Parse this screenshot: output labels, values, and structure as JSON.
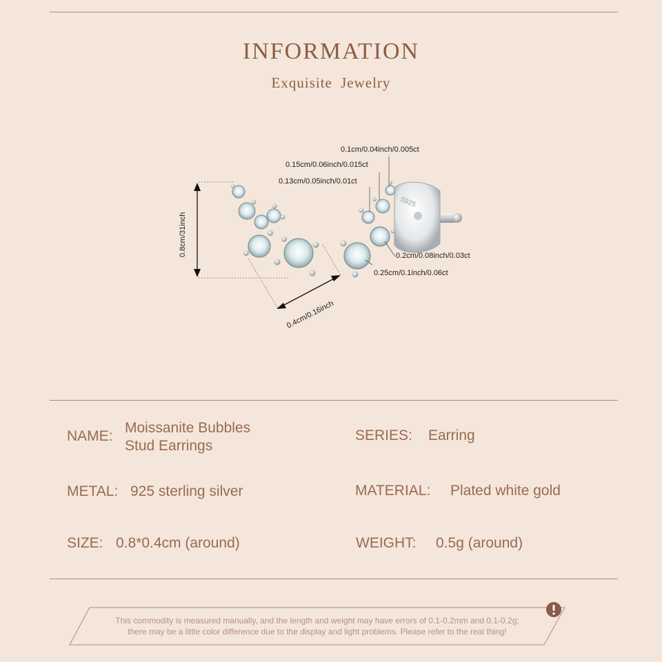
{
  "header": {
    "title": "INFORMATION",
    "subtitle": "Exquisite Jewelry"
  },
  "dimensions": {
    "height": "0.8cm/31inch",
    "width": "0.4cm/0.16inch",
    "stone_1": "0.1cm/0.04inch/0.005ct",
    "stone_2": "0.15cm/0.06inch/0.015ct",
    "stone_3": "0.13cm/0.05inch/0.01ct",
    "stone_4": "0.2cm/0.08inch/0.03ct",
    "stone_5": "0.25cm/0.1inch/0.06ct",
    "stamp": "S925"
  },
  "specs": {
    "name_label": "NAME:",
    "name_value_1": "Moissanite Bubbles",
    "name_value_2": "Stud Earrings",
    "series_label": "SERIES:",
    "series_value": "Earring",
    "metal_label": "METAL:",
    "metal_value": "925 sterling silver",
    "material_label": "MATERIAL:",
    "material_value": "Plated white gold",
    "size_label": "SIZE:",
    "size_value": "0.8*0.4cm (around)",
    "weight_label": "WEIGHT:",
    "weight_value": "0.5g (around)"
  },
  "notice": {
    "line1": "This commodity is measured manually, and the length and weight may have errors of 0.1-0.2mm and 0.1-0.2g;",
    "line2": "there may be a little color difference due to the display and light problems. Please refer to the real thing!",
    "icon": "exclamation-icon"
  },
  "colors": {
    "background": "#f4e6da",
    "accent": "#8c5d45",
    "text": "#9a6a52",
    "notice_icon": "#8a5a4a"
  }
}
